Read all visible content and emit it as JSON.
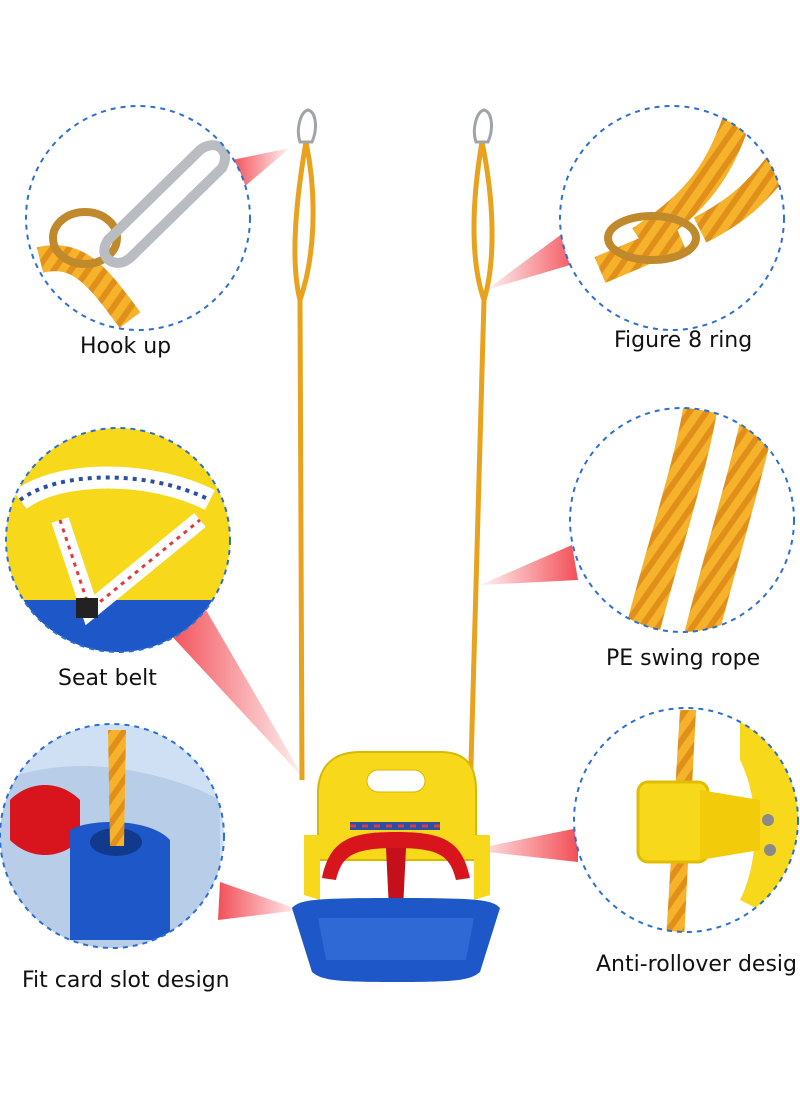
{
  "callouts": [
    {
      "id": "hook-up",
      "label": "Hook up"
    },
    {
      "id": "figure-8-ring",
      "label": "Figure 8 ring"
    },
    {
      "id": "seat-belt",
      "label": "Seat belt"
    },
    {
      "id": "pe-swing-rope",
      "label": "PE swing rope"
    },
    {
      "id": "fit-card-slot",
      "label": "Fit card slot design"
    },
    {
      "id": "anti-rollover",
      "label": "Anti-rollover desig"
    }
  ],
  "colors": {
    "circle_border": "#2b6fd0",
    "pointer": "#f0303a",
    "rope": "#f2a81c",
    "seat_yellow": "#f7d81a",
    "seat_red": "#d8141c",
    "seat_blue": "#1d57c8",
    "metal": "#b9bcc0"
  }
}
